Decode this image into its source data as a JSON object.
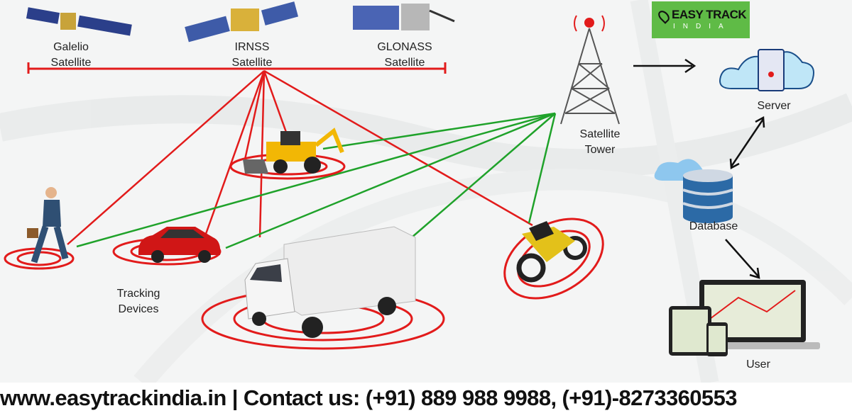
{
  "satellites": [
    {
      "name": "Galelio",
      "suffix": "Satellite"
    },
    {
      "name": "IRNSS",
      "suffix": "Satellite"
    },
    {
      "name": "GLONASS",
      "suffix": "Satellite"
    }
  ],
  "tower": {
    "line1": "Satellite",
    "line2": "Tower"
  },
  "server": {
    "label": "Server"
  },
  "database": {
    "label": "Database"
  },
  "user": {
    "label": "User"
  },
  "tracking": {
    "line1": "Tracking",
    "line2": "Devices"
  },
  "logo": {
    "line1": "EASY TRACK",
    "line2": "INDIA"
  },
  "footer": {
    "text": "www.easytrackindia.in | Contact us:  (+91) 889 988 9988, (+91)-8273360553"
  },
  "colors": {
    "satellite_link": "#e21b1b",
    "tower_link": "#1fa22a",
    "logo_bg": "#5fbb46"
  }
}
